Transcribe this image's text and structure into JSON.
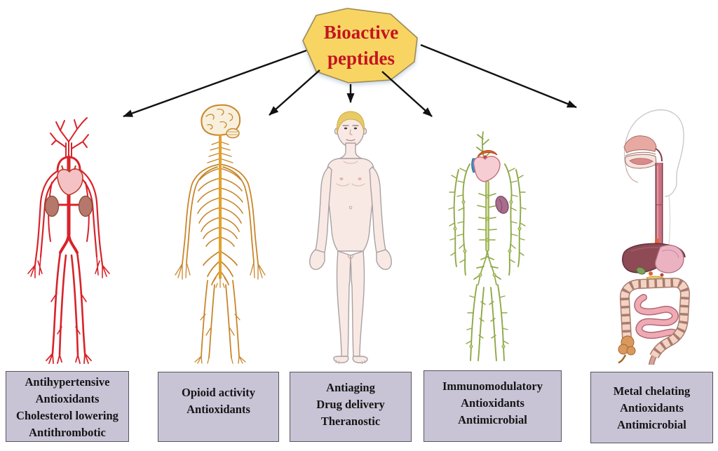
{
  "diagram": {
    "title_lines": [
      "Bioactive",
      "peptides"
    ],
    "systems": [
      {
        "illustration": "cardiovascular-system-illustration",
        "effects": [
          "Antihypertensive",
          "Antioxidants",
          "Cholesterol lowering",
          "Antithrombotic"
        ]
      },
      {
        "illustration": "nervous-system-illustration",
        "effects": [
          "Opioid activity",
          "Antioxidants"
        ]
      },
      {
        "illustration": "human-body-illustration",
        "effects": [
          "Antiaging",
          "Drug delivery",
          "Theranostic"
        ]
      },
      {
        "illustration": "lymphatic-system-illustration",
        "effects": [
          "Immunomodulatory",
          "Antioxidants",
          "Antimicrobial"
        ]
      },
      {
        "illustration": "digestive-system-illustration",
        "effects": [
          "Metal chelating",
          "Antioxidants",
          "Antimicrobial"
        ]
      }
    ]
  },
  "colors": {
    "background": "#ffffff",
    "octagon_fill": "#F8D563",
    "octagon_border": "#A08A50",
    "title_text": "#C41420",
    "arrow": "#121212",
    "box_bg": "#C8C4D6",
    "box_border": "#55545E",
    "box_text": "#141414",
    "cardio_red": "#D8232A",
    "nervous_gold": "#C8862C",
    "nervous_spine": "#E2A12C",
    "skin": "#F9E9E5",
    "skin_outline": "#A8A1A2",
    "hair_blond": "#E9CB66",
    "lymph_green": "#8FA847",
    "spleen_purple": "#A86E8C",
    "liver_brown": "#8E4A55",
    "stomach_pink": "#EBB2C2",
    "colon_tan": "#F2D3C4",
    "intestine_pink": "#EFAAB4"
  }
}
